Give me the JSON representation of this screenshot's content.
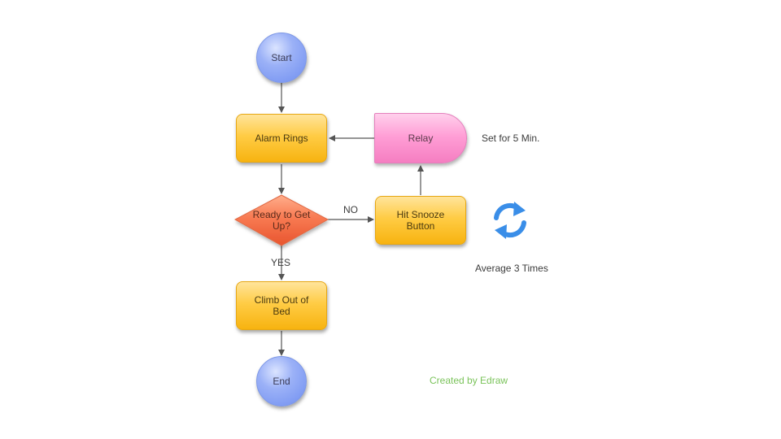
{
  "diagram": {
    "nodes": {
      "start": "Start",
      "alarm": "Alarm Rings",
      "decision": [
        "Ready to Get",
        "Up?"
      ],
      "climb": "Climb Out of Bed",
      "end": "End",
      "snooze": "Hit Snooze Button",
      "relay": "Relay"
    },
    "edge_labels": {
      "no": "NO",
      "yes": "YES"
    },
    "notes": {
      "relay_note": "Set for 5 Min.",
      "repeat_note": "Average 3 Times"
    },
    "credit": "Created by Edraw",
    "icons": {
      "repeat": "refresh-icon"
    },
    "colors": {
      "circle": "#8aa4f3",
      "process": "#ffcc45",
      "decision": "#f5673f",
      "delay": "#ff9fd6",
      "icon": "#3a8ee8",
      "credit": "#7ac35a",
      "arrow": "#555555"
    }
  }
}
